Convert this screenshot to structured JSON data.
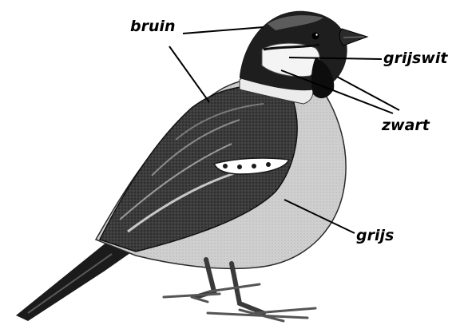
{
  "labels": {
    "bruin": "bruin",
    "grijswit": "grijswit",
    "zwart": "zwart",
    "grijs": "grijs"
  },
  "colors": {
    "ink": "#000000",
    "brown_feather": "#3a2a22",
    "dark": "#141414",
    "grey_belly": "#c9c9c9",
    "light_grey": "#e4e4e4",
    "white": "#ffffff",
    "mid_grey": "#8a8a8a"
  }
}
